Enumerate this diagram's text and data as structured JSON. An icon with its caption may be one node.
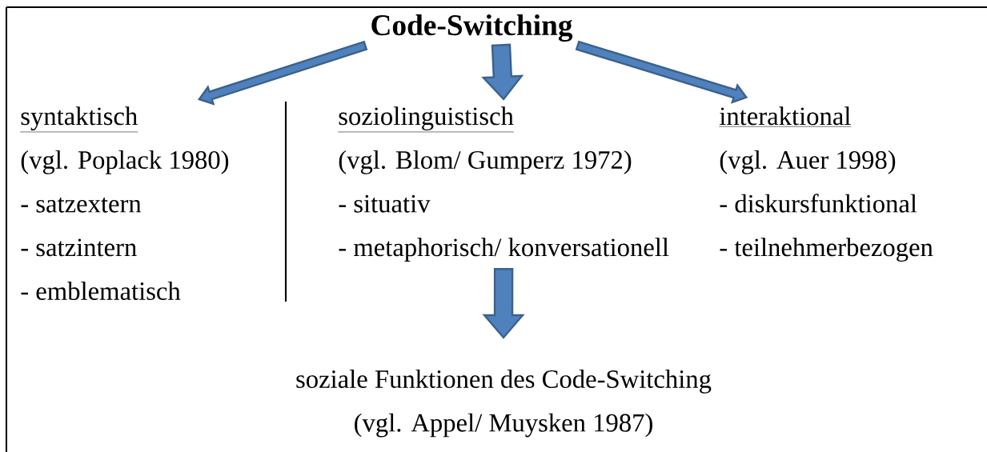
{
  "diagram": {
    "nodes": [
      {
        "text": [
          "Code-Switching"
        ]
      },
      {
        "text": [
          "syntaktisch",
          "(vgl. Poplack 1980)",
          "- satzextern",
          "- satzintern",
          "- emblematisch"
        ]
      },
      {
        "text": [
          "soziolinguistisch",
          "(vgl. Blom/ Gumperz 1972)",
          "- situativ",
          "- metaphorisch/ konversationell"
        ]
      },
      {
        "text": [
          "interaktional",
          "(vgl. Auer 1998)",
          "- diskursfunktional",
          "- teilnehmerbezogen"
        ]
      },
      {
        "text": [
          "soziale Funktionen des Code-Switching",
          "(vgl. Appel/ Muysken 1987)"
        ]
      }
    ],
    "edges": [
      {
        "from": 0,
        "to": 1,
        "arrow": "to"
      },
      {
        "from": 0,
        "to": 2,
        "arrow": "to"
      },
      {
        "from": 0,
        "to": 3,
        "arrow": "to"
      },
      {
        "from": 2,
        "to": 4,
        "arrow": "to"
      }
    ]
  }
}
